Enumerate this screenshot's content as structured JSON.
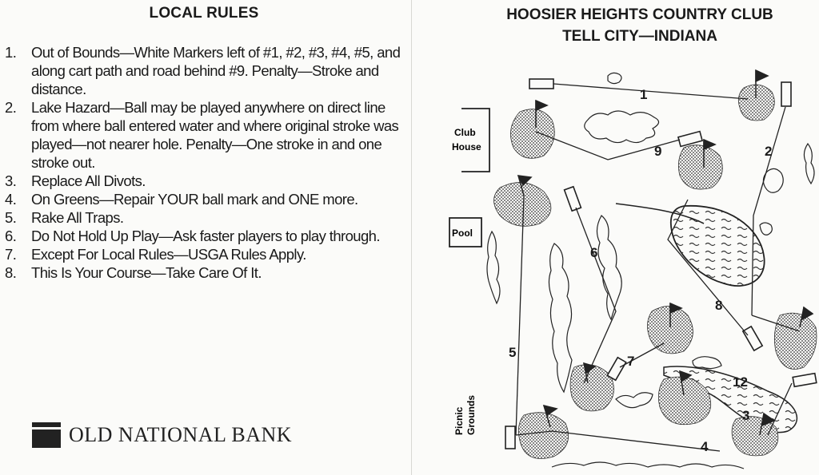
{
  "local_rules": {
    "title": "LOCAL RULES",
    "items": [
      {
        "num": "1.",
        "text": "Out of Bounds—White Markers left of #1, #2, #3, #4, #5, and along cart path and road behind #9. Penalty—Stroke and distance."
      },
      {
        "num": "2.",
        "text": "Lake Hazard—Ball may be played anywhere on direct line from where ball entered water and where original stroke was played—not nearer hole. Penalty—One stroke in and one stroke out."
      },
      {
        "num": "3.",
        "text": "Replace All Divots."
      },
      {
        "num": "4.",
        "text": "On Greens—Repair YOUR ball mark and ONE more."
      },
      {
        "num": "5.",
        "text": "Rake All Traps."
      },
      {
        "num": "6.",
        "text": "Do Not Hold Up Play—Ask faster players to play through."
      },
      {
        "num": "7.",
        "text": "Except For Local Rules—USGA Rules Apply."
      },
      {
        "num": "8.",
        "text": "This Is Your Course—Take Care Of It."
      }
    ]
  },
  "sponsor": {
    "name": "OLD NATIONAL BANK"
  },
  "course": {
    "title_line1": "HOOSIER HEIGHTS COUNTRY CLUB",
    "title_line2": "TELL CITY—INDIANA",
    "labels": {
      "club_house_1": "Club",
      "club_house_2": "House",
      "pool": "Pool",
      "picnic_1": "Picnic",
      "picnic_2": "Grounds"
    },
    "holes": [
      "1",
      "2",
      "3",
      "4",
      "5",
      "6",
      "7",
      "8",
      "9",
      "12"
    ]
  },
  "colors": {
    "ink": "#1a1a1a",
    "paper": "#fbfbf9"
  }
}
